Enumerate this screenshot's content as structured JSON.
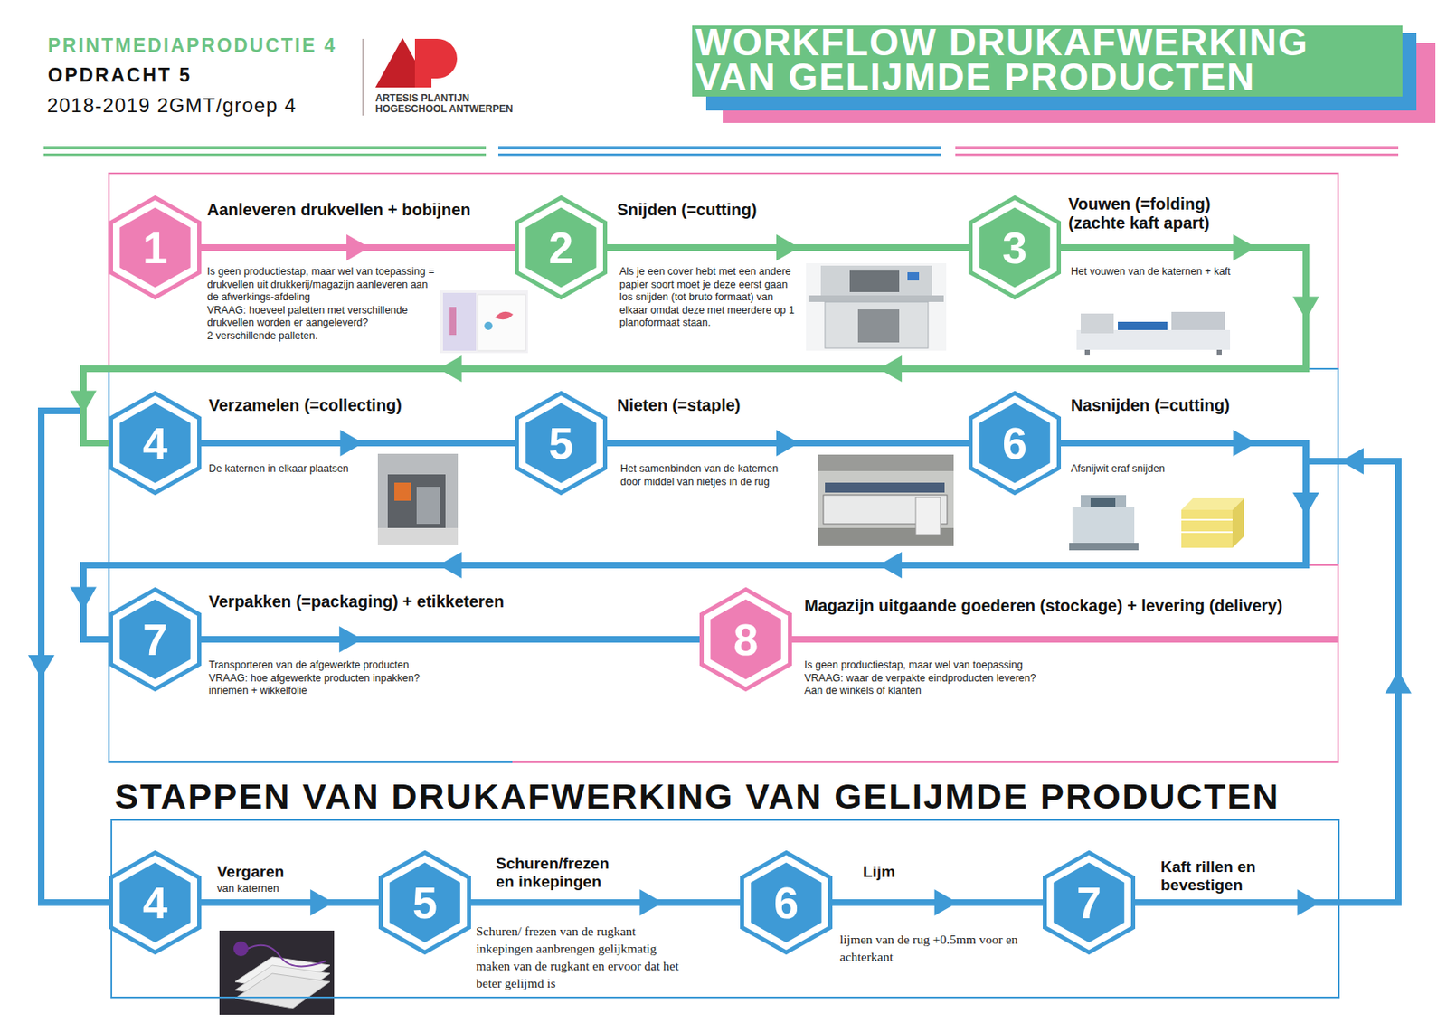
{
  "diagram": {
    "title": "WORKFLOW DRUKAFWERKING VAN GELIJMDE PRODUCTEN",
    "nodes": [
      {
        "text": [
          "1",
          "Aanleveren drukvellen + bobijnen",
          "Is geen productiestap, maar wel van toepassing = drukvellen uit drukkerij/magazijn aanleveren aan de afwerkings-afdeling",
          "VRAAG: hoeveel paletten met verschillende drukvellen worden er aangeleverd?",
          "2 verschillende palleten."
        ]
      },
      {
        "text": [
          "2",
          "Snijden (=cutting)",
          "Als je een cover hebt met een andere papier soort moet je deze eerst gaan los snijden (tot bruto formaat) van elkaar omdat deze met meerdere op 1 planoformaat staan."
        ]
      },
      {
        "text": [
          "3",
          "Vouwen (=folding) (zachte kaft apart)",
          "Het vouwen van de katernen + kaft"
        ]
      },
      {
        "text": [
          "4",
          "Verzamelen (=collecting)",
          "De katernen in elkaar plaatsen"
        ]
      },
      {
        "text": [
          "5",
          "Nieten (=staple)",
          "Het samenbinden van de katernen door middel van nietjes in de rug"
        ]
      },
      {
        "text": [
          "6",
          "Nasnijden (=cutting)",
          "Afsnijwit eraf snijden"
        ]
      },
      {
        "text": [
          "7",
          "Verpakken (=packaging) + etikketeren",
          "Transporteren van de afgewerkte producten",
          "VRAAG: hoe afgewerkte producten inpakken?",
          "inriemen + wikkelfolie"
        ]
      },
      {
        "text": [
          "8",
          "Magazijn uitgaande goederen (stockage) + levering (delivery)",
          "Is geen productiestap, maar wel van toepassing",
          "VRAAG: waar de verpakte eindproducten leveren?",
          "Aan de winkels of klanten"
        ]
      },
      {
        "text": [
          "STAPPEN VAN DRUKAFWERKING VAN GELIJMDE PRODUCTEN"
        ]
      },
      {
        "text": [
          "4",
          "Vergaren",
          "van katernen"
        ],
        "in": 8
      },
      {
        "text": [
          "5",
          "Schuren/frezen en inkepingen",
          "Schuren/ frezen van de rugkant inkepingen aanbrengen gelijkmatig maken van de rugkant en ervoor dat het beter gelijmd is"
        ],
        "in": 8
      },
      {
        "text": [
          "6",
          "Lijm",
          "lijmen van de rug +0.5mm voor en achterkant"
        ],
        "in": 8
      },
      {
        "text": [
          "7",
          "Kaft rillen en bevestigen"
        ],
        "in": 8
      }
    ],
    "edges": [
      {
        "from": 0,
        "to": 1,
        "arrow": "to"
      },
      {
        "from": 1,
        "to": 2,
        "arrow": "to"
      },
      {
        "from": 2,
        "to": 3,
        "arrow": "to"
      },
      {
        "from": 3,
        "to": 4,
        "arrow": "to"
      },
      {
        "from": 4,
        "to": 5,
        "arrow": "to"
      },
      {
        "from": 5,
        "to": 6,
        "arrow": "to"
      },
      {
        "from": 6,
        "to": 7,
        "arrow": "to"
      },
      {
        "from": 2,
        "to": 9,
        "arrow": "to"
      },
      {
        "from": 9,
        "to": 10,
        "arrow": "to"
      },
      {
        "from": 10,
        "to": 11,
        "arrow": "to"
      },
      {
        "from": 11,
        "to": 12,
        "arrow": "to"
      },
      {
        "from": 12,
        "to": 6,
        "arrow": "to"
      }
    ],
    "labels": [
      "PRINTMEDIAPRODUCTIE 4",
      "OPDRACHT 5",
      "2018-2019 2GMT/groep 4",
      "ARTESIS PLANTIJN HOGESCHOOL ANTWERPEN"
    ]
  }
}
